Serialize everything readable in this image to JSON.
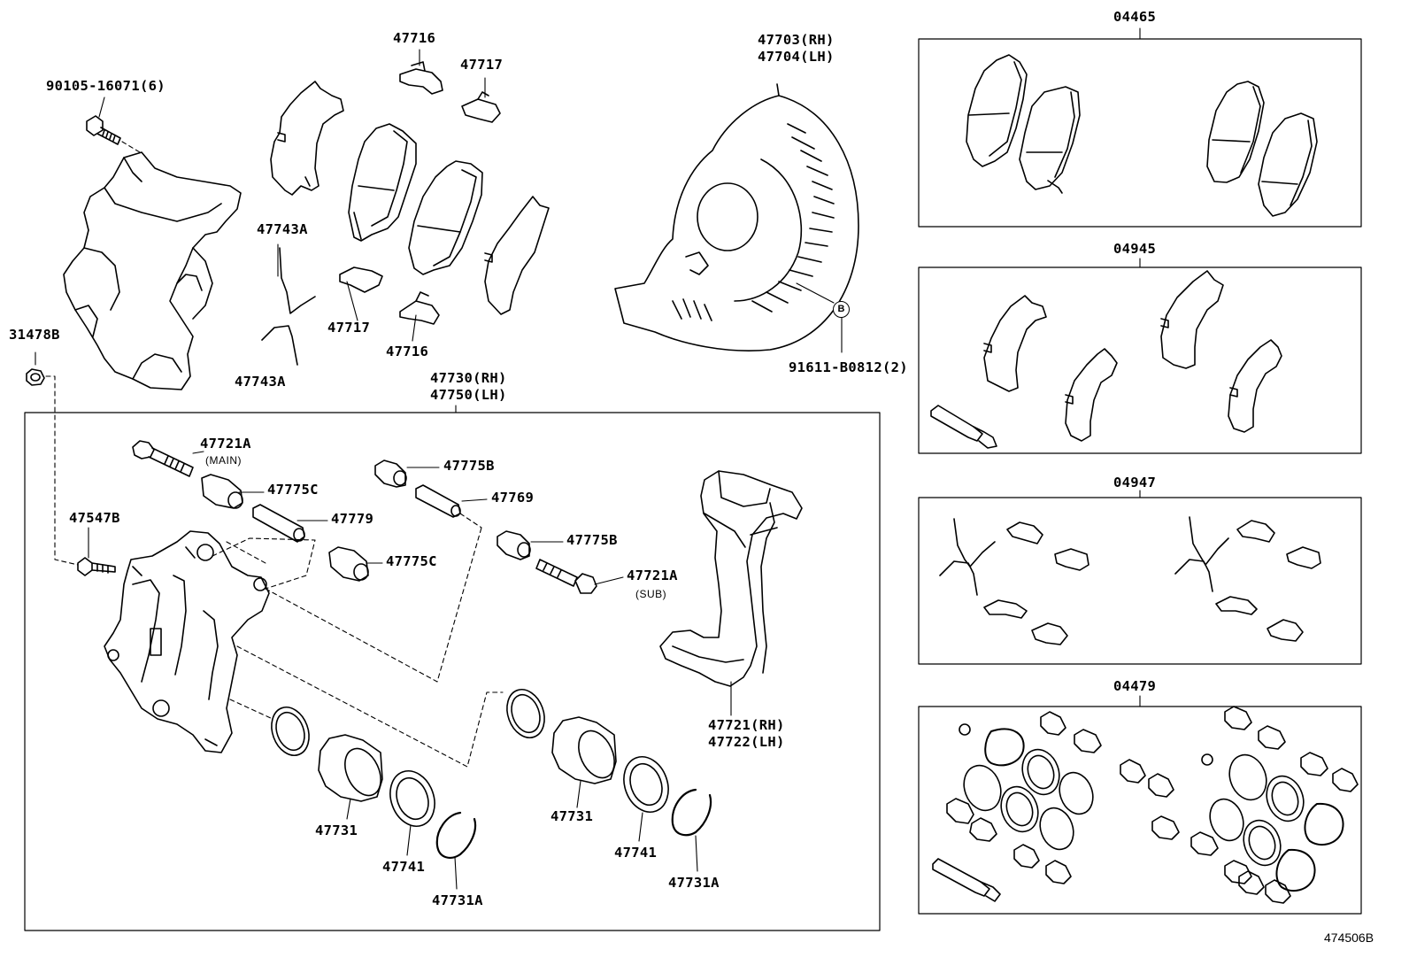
{
  "parts": {
    "p_90105": "90105-16071(6)",
    "p_31478B": "31478B",
    "p_47716_top": "47716",
    "p_47717_top": "47717",
    "p_47743A_a": "47743A",
    "p_47717_bot": "47717",
    "p_47716_bot": "47716",
    "p_47743A_b": "47743A",
    "p_47703": "47703(RH)",
    "p_47704": "47704(LH)",
    "p_91611": "91611-B0812(2)",
    "p_47730": "47730(RH)",
    "p_47750": "47750(LH)",
    "p_47721A_main": "47721A",
    "main_note": "(MAIN)",
    "p_47775C_a": "47775C",
    "p_47779": "47779",
    "p_47775C_b": "47775C",
    "p_47547B": "47547B",
    "p_47775B_a": "47775B",
    "p_47769": "47769",
    "p_47775B_b": "47775B",
    "p_47721A_sub": "47721A",
    "sub_note": "(SUB)",
    "p_47721": "47721(RH)",
    "p_47722": "47722(LH)",
    "p_47731_a": "47731",
    "p_47741_a": "47741",
    "p_47731A_a": "47731A",
    "p_47731_b": "47731",
    "p_47741_b": "47741",
    "p_47731A_b": "47731A"
  },
  "kits": {
    "k_04465": "04465",
    "k_04945": "04945",
    "k_04947": "04947",
    "k_04479": "04479"
  },
  "callout_letter": "B",
  "doc_id": "474506B"
}
